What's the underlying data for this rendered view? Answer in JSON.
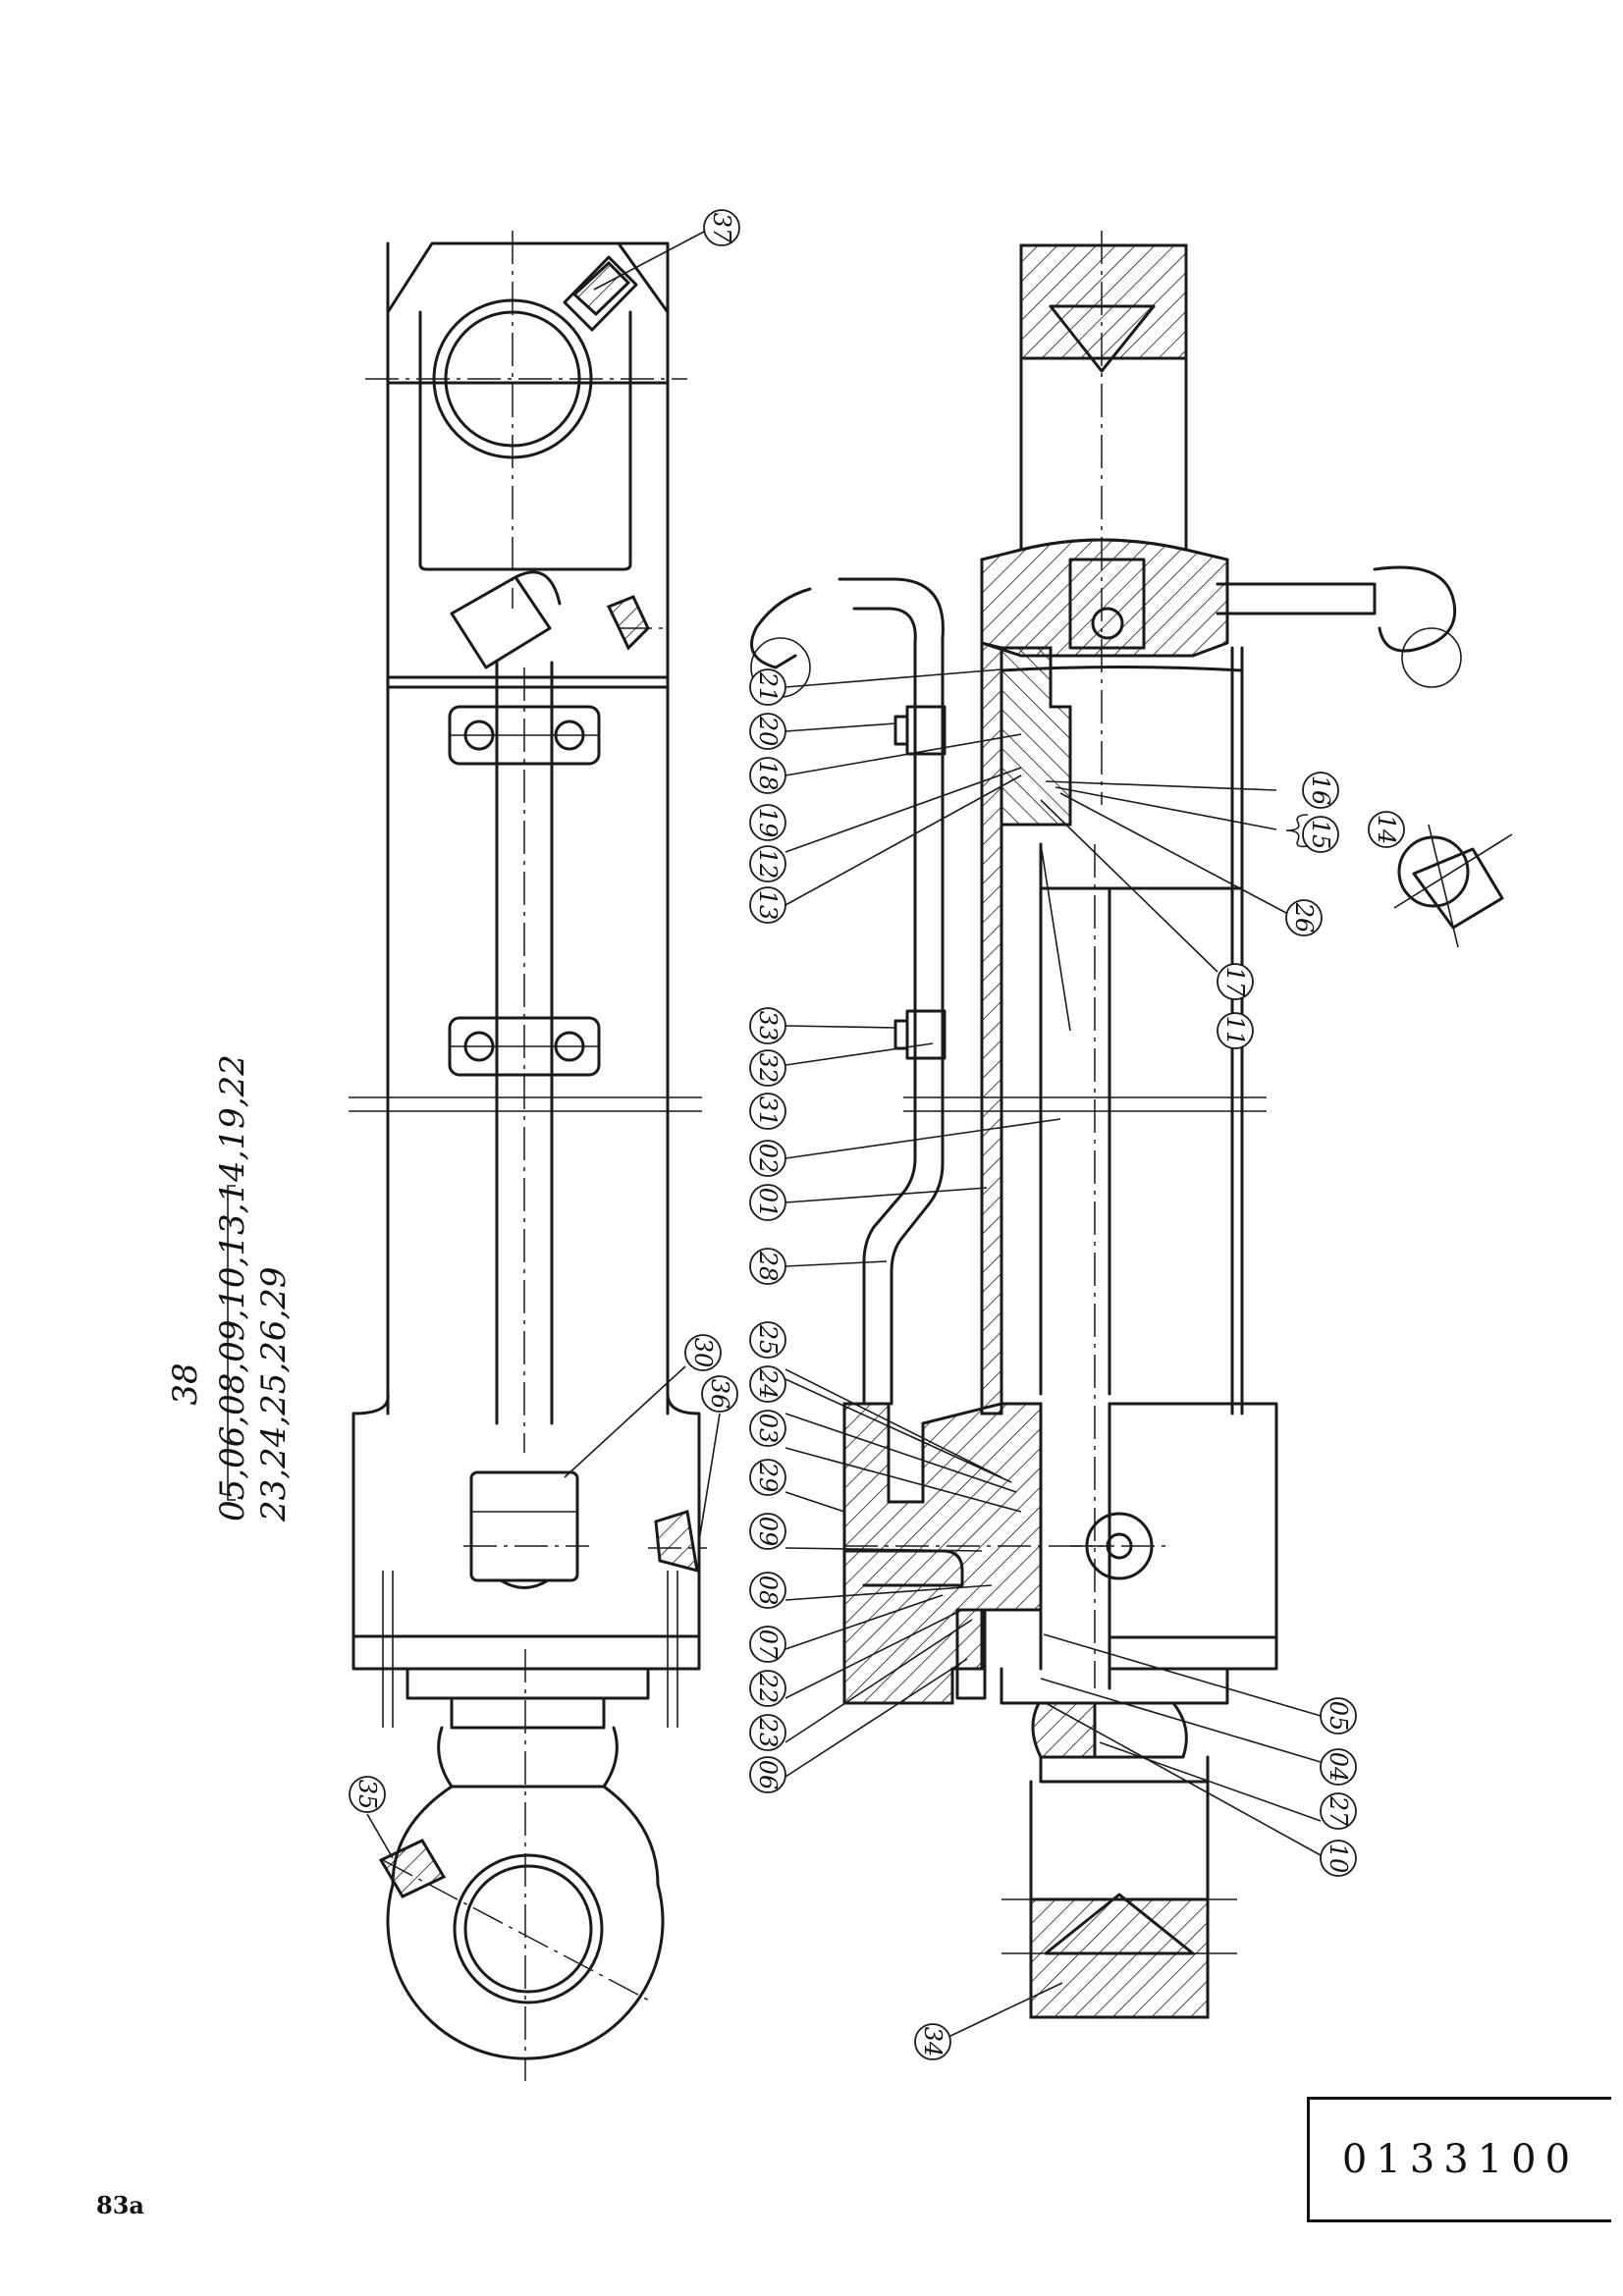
{
  "drawing_number": "0133100",
  "page_number": "83a",
  "assembly": {
    "number": "38",
    "parts_line1": "05,06,08,09,10,13,14,19,22",
    "parts_line2": "23,24,25,26,29"
  },
  "callouts": [
    "37",
    "30",
    "36",
    "35",
    "21",
    "20",
    "18",
    "19",
    "12",
    "13",
    "16",
    "15",
    "14",
    "26",
    "17",
    "11",
    "33",
    "32",
    "31",
    "02",
    "01",
    "28",
    "25",
    "24",
    "03",
    "29",
    "09",
    "08",
    "07",
    "22",
    "23",
    "06",
    "05",
    "04",
    "27",
    "10",
    "34"
  ]
}
